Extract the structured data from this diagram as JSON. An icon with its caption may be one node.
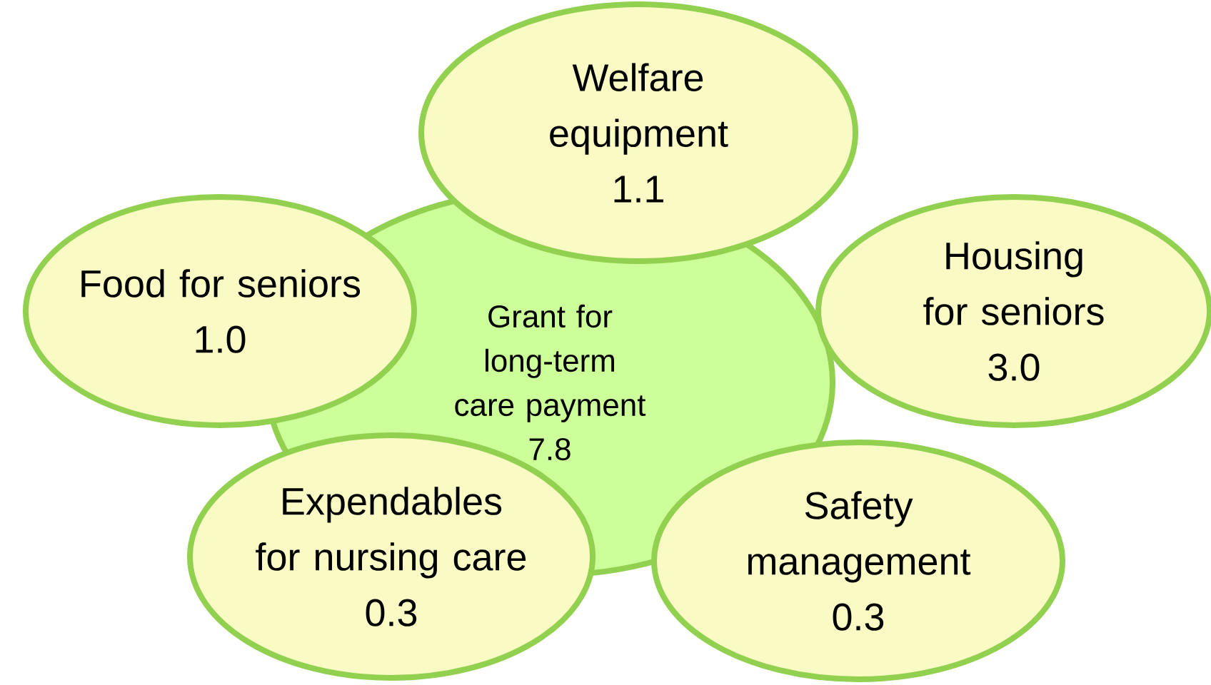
{
  "diagram": {
    "nodes": [
      {
        "text": [
          "Welfare equipment",
          "1.1"
        ]
      },
      {
        "text": [
          "Food for seniors",
          "1.0"
        ]
      },
      {
        "text": [
          "Grant for long-term care payment",
          "7.8"
        ]
      },
      {
        "text": [
          "Housing for seniors",
          "3.0"
        ]
      },
      {
        "text": [
          "Expendables for nursing care",
          "0.3"
        ]
      },
      {
        "text": [
          "Safety management",
          "0.3"
        ]
      }
    ]
  }
}
